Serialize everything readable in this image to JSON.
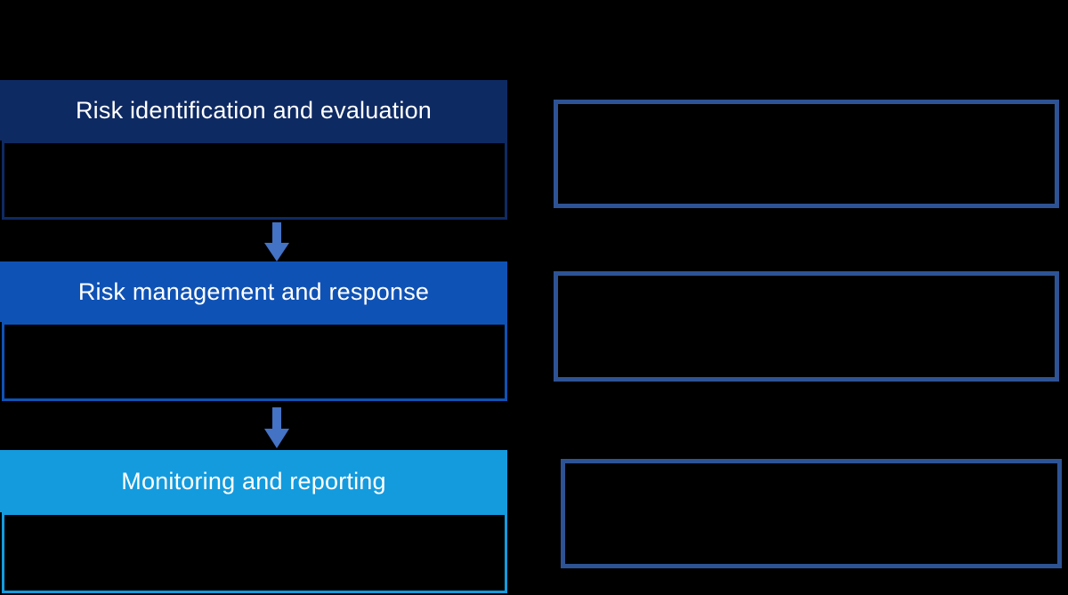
{
  "diagram": {
    "background_color": "#000000",
    "text_color": "#FFFFFF",
    "stages": [
      {
        "label": "Risk identification and evaluation",
        "color": "#0E2A63"
      },
      {
        "label": "Risk management and response",
        "color": "#0F52B5"
      },
      {
        "label": "Monitoring and reporting",
        "color": "#149BDE"
      }
    ],
    "arrow": {
      "direction": "down",
      "color": "#4472C4"
    },
    "detail_boxes": {
      "border_color": "#2E5395",
      "count": 3
    }
  }
}
